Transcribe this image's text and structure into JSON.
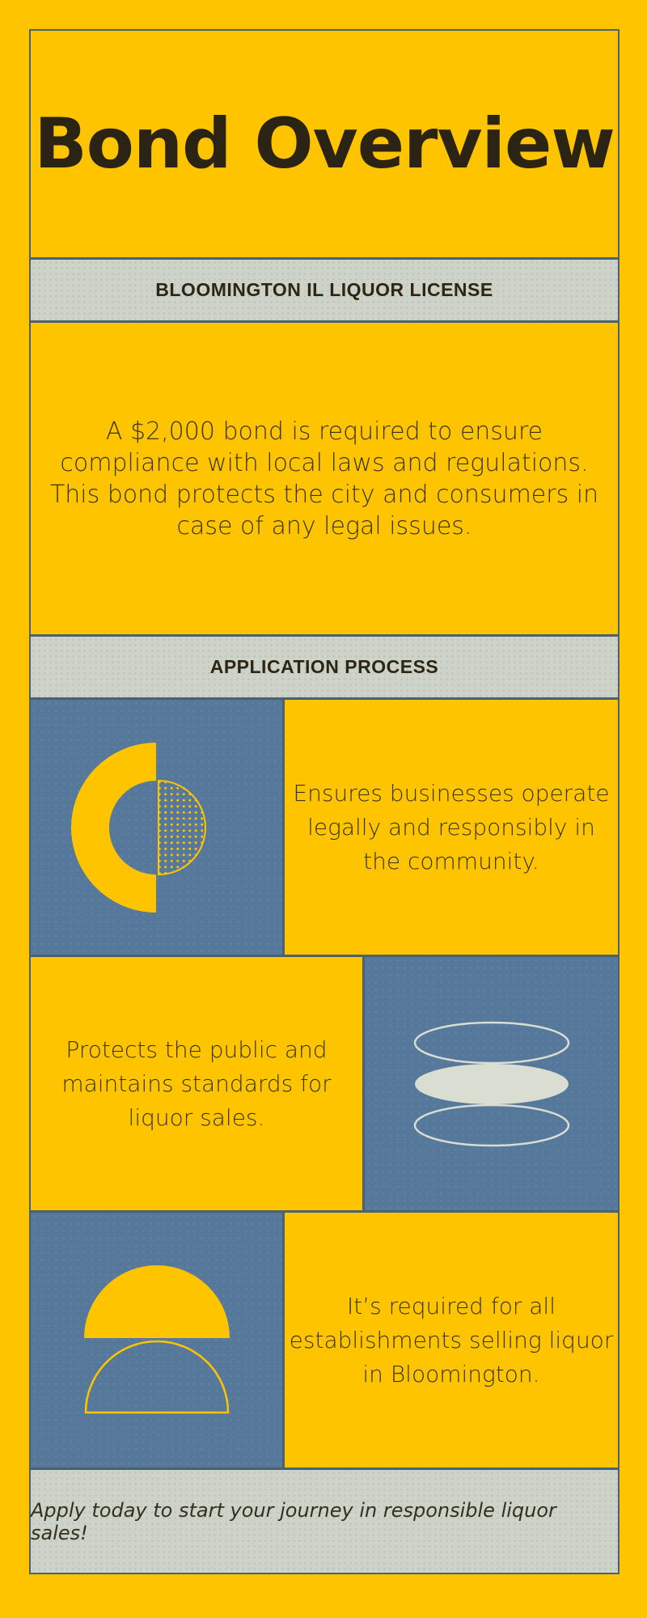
{
  "title": "Bond Overview",
  "sections": {
    "license_header": "BLOOMINGTON IL LIQUOR LICENSE",
    "intro_lines": [
      "A $2,000 bond is required to ensure",
      "compliance with local laws and regulations.",
      "This bond protects the city and consumers in",
      "case of any legal issues."
    ],
    "process_header": "APPLICATION PROCESS",
    "rows": [
      {
        "icon": "half-moon-icon",
        "lines": [
          "Ensures businesses operate",
          "legally and responsibly in",
          "the community."
        ]
      },
      {
        "icon": "stacked-ellipses-icon",
        "lines": [
          "Protects the public and",
          "maintains standards for",
          "liquor sales."
        ]
      },
      {
        "icon": "double-dome-icon",
        "lines": [
          "It’s required for all",
          "establishments selling liquor",
          "in Bloomington."
        ]
      }
    ],
    "footer_note": "Apply today to start your journey in responsible liquor sales!"
  },
  "colors": {
    "yellow": "#FFC400",
    "slate_blue": "#55789B",
    "sage_gray": "#CDD3C8",
    "border_slate": "#4B6170",
    "cream": "#D9DDD2",
    "title_text": "#2B2313",
    "body_text": "#3A3418"
  }
}
